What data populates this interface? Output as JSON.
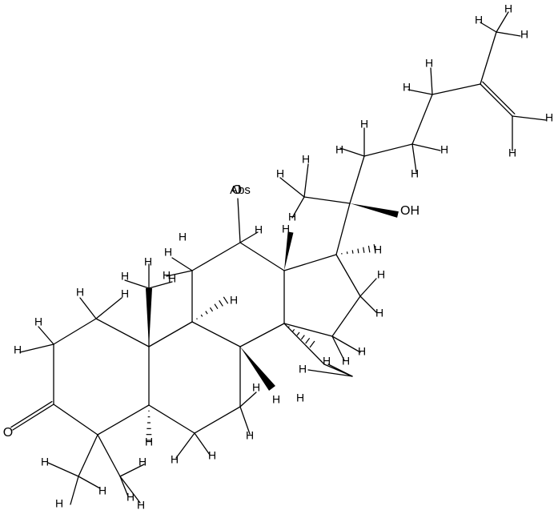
{
  "labels": {
    "ketone_oxygen": "O",
    "hydroxyl_oxygen": "O",
    "hydroxyl_group": "OH",
    "abs_stereo_label": "Abs",
    "hydrogen": "H"
  },
  "colors": {
    "background": "#ffffff",
    "bonds": "#000000",
    "text": "#000000"
  },
  "structure": {
    "type": "skeletal structural formula",
    "explicit_hydrogens": true,
    "rings": 4,
    "hydroxyl_groups": 2,
    "ketones": 1
  }
}
